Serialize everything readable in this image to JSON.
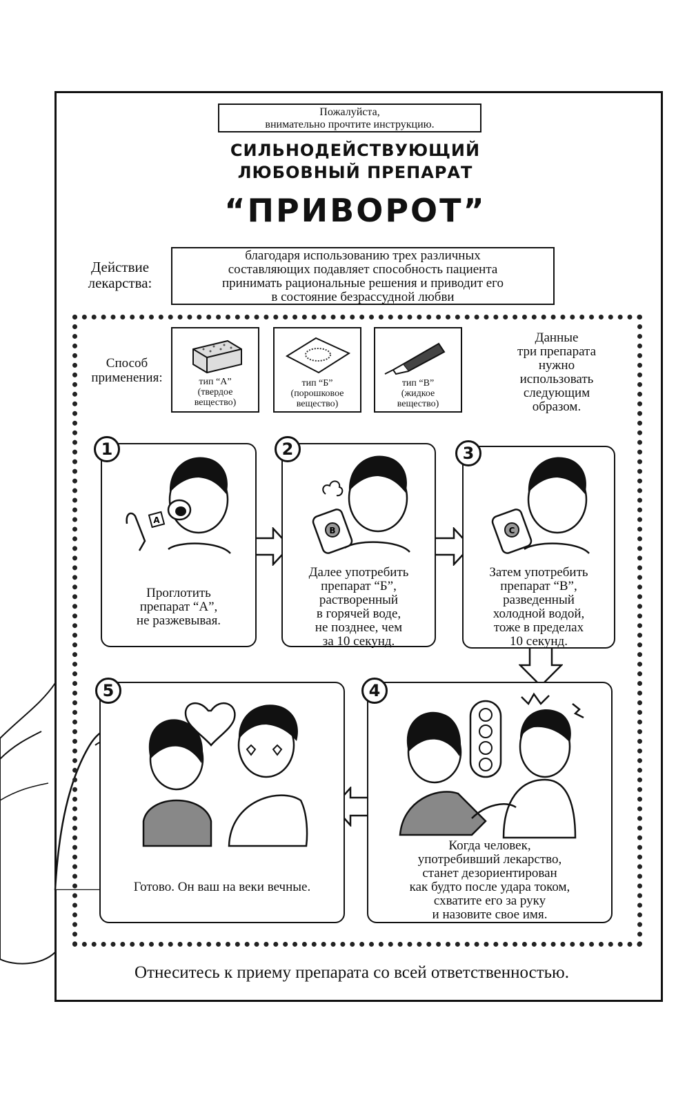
{
  "notice": {
    "line1": "Пожалуйста,",
    "line2": "внимательно прочтите инструкцию."
  },
  "title": {
    "line1": "СИЛЬНОДЕЙСТВУЮЩИЙ",
    "line2": "ЛЮБОВНЫЙ ПРЕПАРАТ",
    "name": "“ПРИВОРОТ”"
  },
  "action": {
    "label_line1": "Действие",
    "label_line2": "лекарства:",
    "text_lines": [
      "благодаря использованию трех различных",
      "составляющих подавляет способность пациента",
      "принимать рациональные решения и приводит его",
      "в состояние безрассудной любви"
    ]
  },
  "method": {
    "label_line1": "Способ",
    "label_line2": "применения:"
  },
  "types": [
    {
      "letter": "A",
      "lines": [
        "тип “А”",
        "(твердое",
        "вещество)"
      ]
    },
    {
      "letter": "B",
      "lines": [
        "тип “Б”",
        "(порошковое",
        "вещество)"
      ]
    },
    {
      "letter": "C",
      "lines": [
        "тип “В”",
        "(жидкое",
        "вещество)"
      ]
    }
  ],
  "usage_note": [
    "Данные",
    "три препарата",
    "нужно",
    "использовать",
    "следующим",
    "образом."
  ],
  "steps": [
    {
      "number": "1",
      "letter": "A",
      "lines": [
        "Проглотить",
        "препарат “А”,",
        "не разжевывая."
      ]
    },
    {
      "number": "2",
      "letter": "B",
      "lines": [
        "Далее употребить",
        "препарат “Б”,",
        "растворенный",
        "в горячей воде,",
        "не позднее, чем",
        "за 10 секунд."
      ]
    },
    {
      "number": "3",
      "letter": "C",
      "lines": [
        "Затем употребить",
        "препарат “В”,",
        "разведенный",
        "холодной водой,",
        "тоже в пределах",
        "10 секунд."
      ]
    },
    {
      "number": "4",
      "lines": [
        "Когда человек,",
        "употребивший лекарство,",
        "станет дезориентирован",
        "как будто после удара током,",
        "схватите его за руку",
        "и назовите свое имя."
      ]
    },
    {
      "number": "5",
      "lines": [
        "Готово. Он ваш на веки вечные."
      ]
    }
  ],
  "final_note": "Отнеситесь к приему препарата со всей ответственностью."
}
